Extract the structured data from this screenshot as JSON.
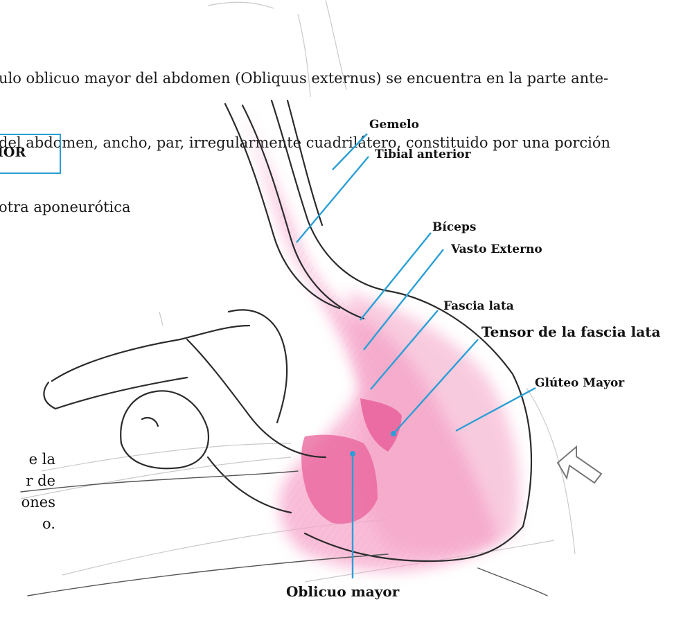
{
  "intro_lines": [
    "ulo oblicuo mayor del abdomen (Obliquus externus) se encuentra en la parte ante-",
    "del abdomen, ancho, par, irregularmente cuadrilátero, constituido por una porción",
    "otra aponeurótica"
  ],
  "boxed_heading": "IOR",
  "side_lines": [
    "e la",
    "r de",
    "ones",
    "o."
  ],
  "labels": {
    "gemelo": "Gemelo",
    "tibial": "Tibial anterior",
    "biceps": "Bíceps",
    "vasto": "Vasto Externo",
    "fascia": "Fascia lata",
    "tensor": "Tensor de la fascia lata",
    "gluteo": "Glúteo Mayor",
    "oblicuo": "Oblicuo mayor"
  },
  "colors": {
    "accent": "#2a9fd6",
    "muscle": "#f7a8cc",
    "muscle_dark": "#e8609a",
    "sketch": "#2b2b2b"
  }
}
